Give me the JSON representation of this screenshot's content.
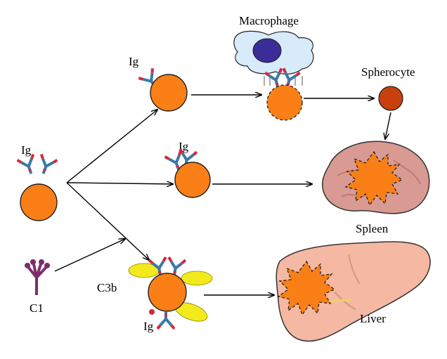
{
  "labels": {
    "ig_left": "Ig",
    "ig_top": "Ig",
    "ig_mid": "Ig",
    "ig_bottom": "Ig",
    "c1": "C1",
    "c3b": "C3b",
    "macrophage": "Macrophage",
    "spherocyte": "Spherocyte",
    "spleen": "Spleen",
    "liver": "Liver"
  },
  "colors": {
    "rbc": "#f97f16",
    "rbc_stroke": "#222222",
    "spherocyte": "#c9400e",
    "macrophage_body": "#d7ebfb",
    "macrophage_nucleus": "#3b2c98",
    "c3b": "#f2ea1c",
    "antibody_blue": "#3a78a8",
    "antibody_red": "#d62839",
    "c1": "#7b2e6b",
    "spleen": "#d89a92",
    "liver": "#f5b8a2"
  }
}
